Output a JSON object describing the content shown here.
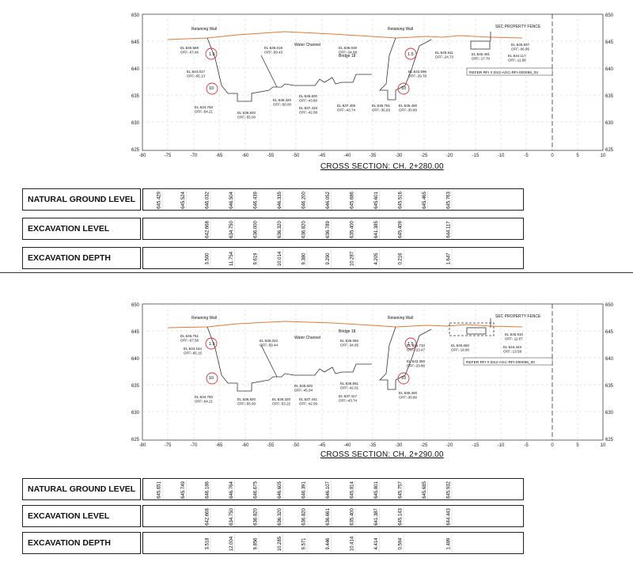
{
  "sections": [
    {
      "title": "CROSS SECTION: CH. 2+280.00",
      "y_ticks": [
        "650",
        "645",
        "640",
        "635",
        "630",
        "625"
      ],
      "x_ticks": [
        "-80",
        "-75",
        "-70",
        "-65",
        "-60",
        "-55",
        "-50",
        "-45",
        "-40",
        "-35",
        "-30",
        "-25",
        "-20",
        "-15",
        "-10",
        "-5",
        "0",
        "5",
        "10"
      ],
      "labels": {
        "retaining_wall_left": "Retaining Wall",
        "retaining_wall_right": "Retaining Wall",
        "water_channel": "Water Channel",
        "bridge": "Bridge 18",
        "fence": "SEC PROPERTY FENCE",
        "refer": "REFER RFI # DS2-AGC-RFI-000098_03",
        "slope_a": "1.5",
        "slope_b": "1.5",
        "slope_c": "10",
        "slope_d": "10"
      },
      "points": [
        "EL:645.569\nOFF:-67.46",
        "EL:644.017\nOFF:-65.13",
        "EL:634.750\nOFF:-64.21",
        "EL:636.820\nOFF:-55.00",
        "EL:636.018\nOFF:-59.43",
        "EL:636.320\nOFF:-50.00",
        "EL:636.820\nOFF:-43.80",
        "EL:637.433\nOFF:-42.08",
        "EL:636.048\nOFF:-34.98",
        "EL:637.408\nOFF:-43.74",
        "EL:636.781\nOFF:-36.93",
        "EL:635.400\nOFF:-30.80",
        "EL:643.596\nOFF:-29.78",
        "EL:645.511\nOFF:-24.73",
        "EL:645.491\nOFF:-17.70",
        "EL:645.937\nOFF:-06.95",
        "EL:644.117\nOFF:-11.68"
      ],
      "table": {
        "ngl_label": "NATURAL GROUND LEVEL",
        "exc_level_label": "EXCAVATION LEVEL",
        "exc_depth_label": "EXCAVATION DEPTH",
        "ngl": [
          "645.429",
          "645.524",
          "646.032",
          "646.504",
          "646.439",
          "646.335",
          "646.200",
          "646.052",
          "645.686",
          "645.601",
          "645.516",
          "645.465",
          "645.763"
        ],
        "exc_level": [
          "",
          "",
          "642.668",
          "634.750",
          "636.000",
          "636.320",
          "636.820",
          "636.789",
          "635.400",
          "641.385",
          "645.409",
          "",
          "644.117"
        ],
        "exc_depth": [
          "",
          "",
          "3.500",
          "11.754",
          "9.619",
          "10.014",
          "9.380",
          "9.290",
          "10.287",
          "4.205",
          "0.216",
          "",
          "1.647"
        ]
      }
    },
    {
      "title": "CROSS SECTION: CH. 2+290.00",
      "y_ticks": [
        "650",
        "645",
        "640",
        "635",
        "630",
        "625"
      ],
      "x_ticks": [
        "-80",
        "-75",
        "-70",
        "-65",
        "-60",
        "-55",
        "-50",
        "-45",
        "-40",
        "-35",
        "-30",
        "-25",
        "-20",
        "-15",
        "-10",
        "-5",
        "0",
        "5",
        "10"
      ],
      "labels": {
        "retaining_wall_left": "Retaining Wall",
        "retaining_wall_right": "Retaining Wall",
        "water_channel": "Water Channel",
        "bridge": "Bridge 18",
        "fence": "SEC PROPERTY FENCE",
        "refer": "REFER RFI # DS2-AGC-RFI-000098_00",
        "slope_a": "1.5",
        "slope_b": "1.5",
        "slope_c": "10",
        "slope_d": "10"
      },
      "points": [
        "EL:645.761\nOFF:-67.58",
        "EL:644.164\nOFF:-65.15",
        "EL:634.750\nOFF:-64.21",
        "EL:636.820\nOFF:-55.00",
        "EL:636.023\nOFF:-59.44",
        "EL:636.820\nOFF:-45.04",
        "EL:636.320\nOFF:-53.22",
        "EL:637.441\nOFF:-42.09",
        "EL:636.056\nOFF:-34.95",
        "EL:636.661\nOFF:-42.01",
        "EL:637.417\nOFF:-43.74",
        "EL:645.710\nOFF:-23.47",
        "EL:643.360\nOFF:-29.80",
        "EL:635.400\nOFF:-30.80",
        "EL:645.650\nOFF:-19.90",
        "EL:645.910\nOFF:-11.67",
        "EL:644.443\nOFF:-13.58"
      ],
      "table": {
        "ngl_label": "NATURAL GROUND LEVEL",
        "exc_level_label": "EXCAVATION LEVEL",
        "exc_depth_label": "EXCAVATION DEPTH",
        "ngl": [
          "645.651",
          "645.749",
          "646.186",
          "646.764",
          "646.675",
          "646.605",
          "646.391",
          "646.107",
          "645.814",
          "645.801",
          "645.757",
          "645.685",
          "645.932"
        ],
        "exc_level": [
          "",
          "",
          "642.668",
          "634.750",
          "636.820",
          "636.320",
          "636.820",
          "636.661",
          "635.400",
          "641.387",
          "645.143",
          "",
          "644.443"
        ],
        "exc_depth": [
          "",
          "",
          "3.518",
          "12.004",
          "9.856",
          "10.285",
          "9.571",
          "9.446",
          "10.414",
          "4.414",
          "0.594",
          "",
          "1.489"
        ]
      }
    }
  ]
}
